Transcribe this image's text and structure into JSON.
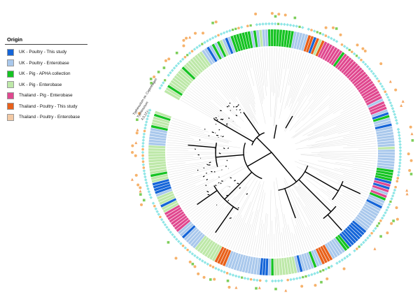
{
  "legend": {
    "title": "Origin",
    "items": [
      {
        "label": "UK - Poultry - This study",
        "color": "#1565d8"
      },
      {
        "label": "UK - Poultry - Enterobase",
        "color": "#a9c8ec"
      },
      {
        "label": "UK - Pig - APHA collection",
        "color": "#15c322"
      },
      {
        "label": "UK - Pig - Enterobase",
        "color": "#bde8a8"
      },
      {
        "label": "Thailand - Pig - Enterobase",
        "color": "#e0488f"
      },
      {
        "label": "Thailand - Poultry - This study",
        "color": "#e8601a"
      },
      {
        "label": "Thailand - Poultry - Enterobase",
        "color": "#f3c9a4"
      }
    ]
  },
  "tree_caption": {
    "line1": "Typhimurium str. Copenhagen",
    "line2": "Typhimurium",
    "line3": "4,5,12:i:-"
  },
  "ring_colors": {
    "marker_cyan": "#8fe6e6",
    "marker_orange": "#f6b26b",
    "marker_green": "#7dce5a",
    "marker_triangle": "#f4a460",
    "label_text": "#ffffff",
    "branch": "#000000",
    "spoke": "#cfcfcf"
  }
}
